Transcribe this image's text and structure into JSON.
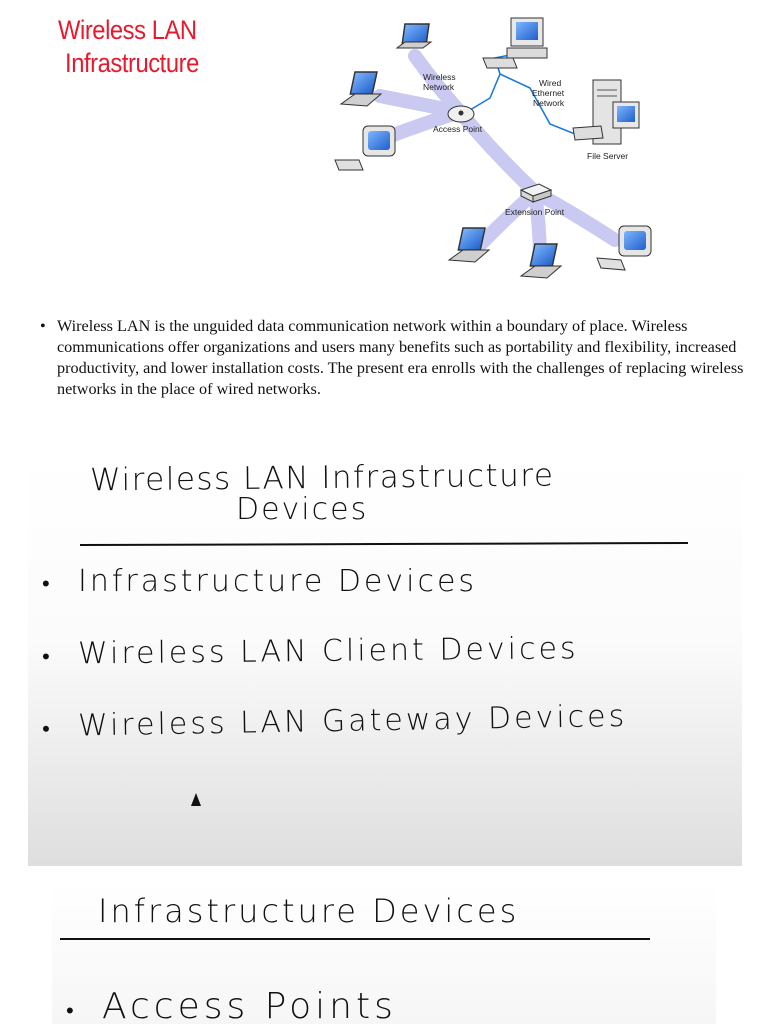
{
  "slide": {
    "title_line1": "Wireless LAN",
    "title_line2": "Infrastructure",
    "title_color": "#e8192c"
  },
  "diagram": {
    "labels": {
      "wireless_network": [
        "Wireless",
        "Network"
      ],
      "wired_network": [
        "Wired",
        "Ethernet",
        "Network"
      ],
      "access_point": "Access Point",
      "file_server": "File Server",
      "extension_point": "Extension Point"
    },
    "icons": [
      "laptop-icon",
      "desktop-computer-icon",
      "server-icon",
      "access-point-icon",
      "extension-point-icon",
      "mac-computer-icon"
    ]
  },
  "paragraph": {
    "bullet": "•",
    "text": "Wireless LAN is the unguided data communication network within a boundary of place. Wireless communications offer organizations and users many benefits such as portability and flexibility, increased productivity, and lower installation costs. The present era enrolls with the challenges of replacing wireless networks in the place of wired networks."
  },
  "whiteboard1": {
    "heading_line1": "Wireless LAN Infrastructure",
    "heading_line2": "Devices",
    "bullet": "•",
    "items": [
      "Infrastructure Devices",
      "Wireless LAN Client Devices",
      "Wireless LAN Gateway Devices"
    ]
  },
  "whiteboard2": {
    "heading": "Infrastructure Devices",
    "bullet": "•",
    "items": [
      "Access Points"
    ]
  }
}
